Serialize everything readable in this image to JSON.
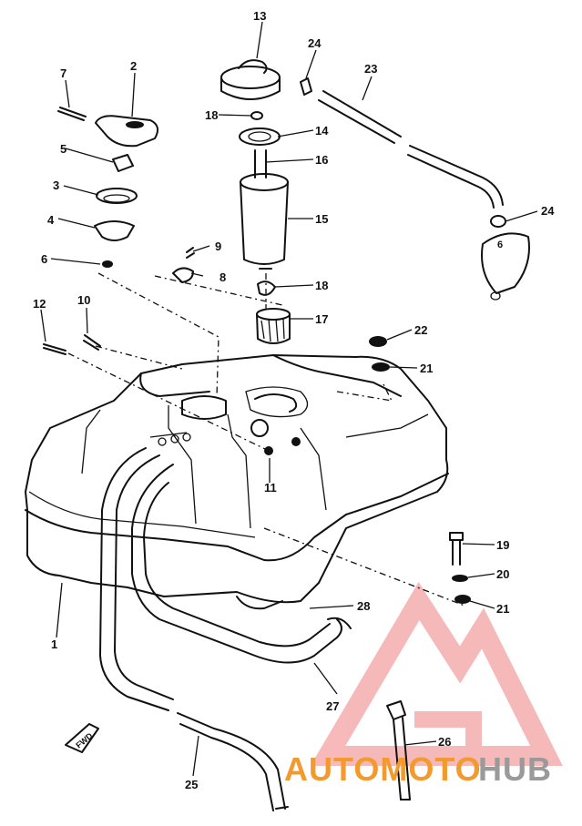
{
  "callouts": [
    {
      "id": "c1",
      "text": "1"
    },
    {
      "id": "c2",
      "text": "2"
    },
    {
      "id": "c3",
      "text": "3"
    },
    {
      "id": "c4",
      "text": "4"
    },
    {
      "id": "c5",
      "text": "5"
    },
    {
      "id": "c6",
      "text": "6"
    },
    {
      "id": "c6b",
      "text": "6"
    },
    {
      "id": "c7",
      "text": "7"
    },
    {
      "id": "c8",
      "text": "8"
    },
    {
      "id": "c9",
      "text": "9"
    },
    {
      "id": "c10",
      "text": "10"
    },
    {
      "id": "c11",
      "text": "11"
    },
    {
      "id": "c12",
      "text": "12"
    },
    {
      "id": "c13",
      "text": "13"
    },
    {
      "id": "c14",
      "text": "14"
    },
    {
      "id": "c15",
      "text": "15"
    },
    {
      "id": "c16",
      "text": "16"
    },
    {
      "id": "c17",
      "text": "17"
    },
    {
      "id": "c18a",
      "text": "18"
    },
    {
      "id": "c18b",
      "text": "18"
    },
    {
      "id": "c19",
      "text": "19"
    },
    {
      "id": "c20",
      "text": "20"
    },
    {
      "id": "c21a",
      "text": "21"
    },
    {
      "id": "c21b",
      "text": "21"
    },
    {
      "id": "c22",
      "text": "22"
    },
    {
      "id": "c23",
      "text": "23"
    },
    {
      "id": "c24a",
      "text": "24"
    },
    {
      "id": "c24b",
      "text": "24"
    },
    {
      "id": "c25",
      "text": "25"
    },
    {
      "id": "c26",
      "text": "26"
    },
    {
      "id": "c27",
      "text": "27"
    },
    {
      "id": "c28",
      "text": "28"
    }
  ],
  "fwd_arrow": {
    "text": "FWD"
  },
  "watermark": {
    "part1": "AUTOMOTO",
    "part2": "HUB",
    "color_primary": "#f29a2e",
    "color_secondary": "#9a9a9a",
    "logo_color": "#f08080"
  }
}
